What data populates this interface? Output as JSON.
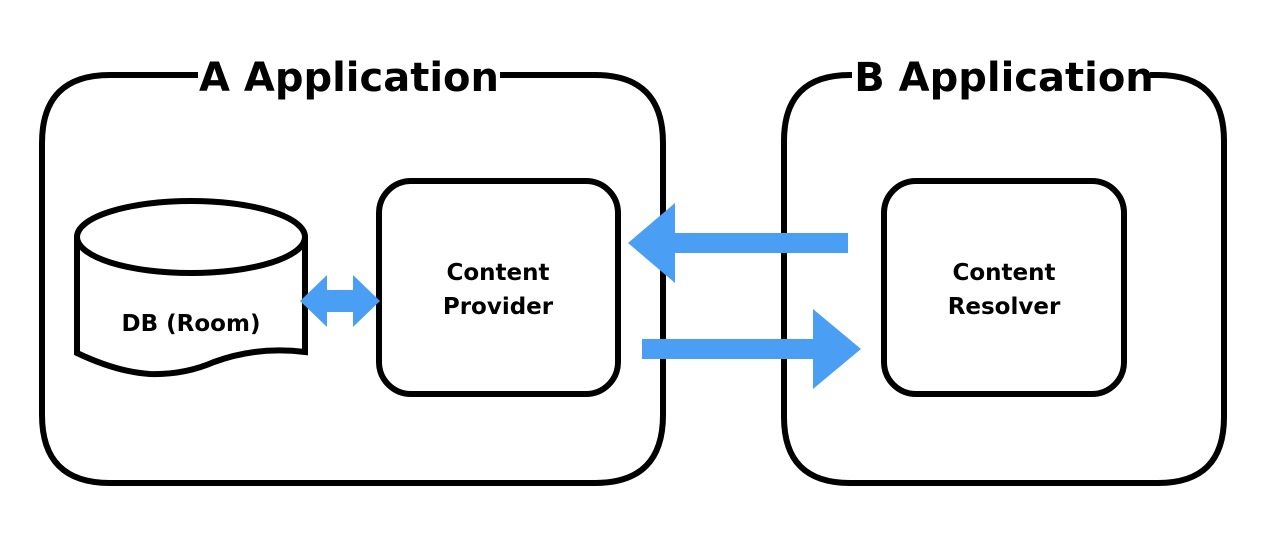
{
  "app_a": {
    "title": "A  Application",
    "db_label": "DB (Room)",
    "provider_line1": "Content",
    "provider_line2": "Provider"
  },
  "app_b": {
    "title": "B  Application",
    "resolver_line1": "Content",
    "resolver_line2": "Resolver"
  },
  "colors": {
    "arrow": "#4a9ff5",
    "stroke": "#000000",
    "background": "#ffffff"
  }
}
